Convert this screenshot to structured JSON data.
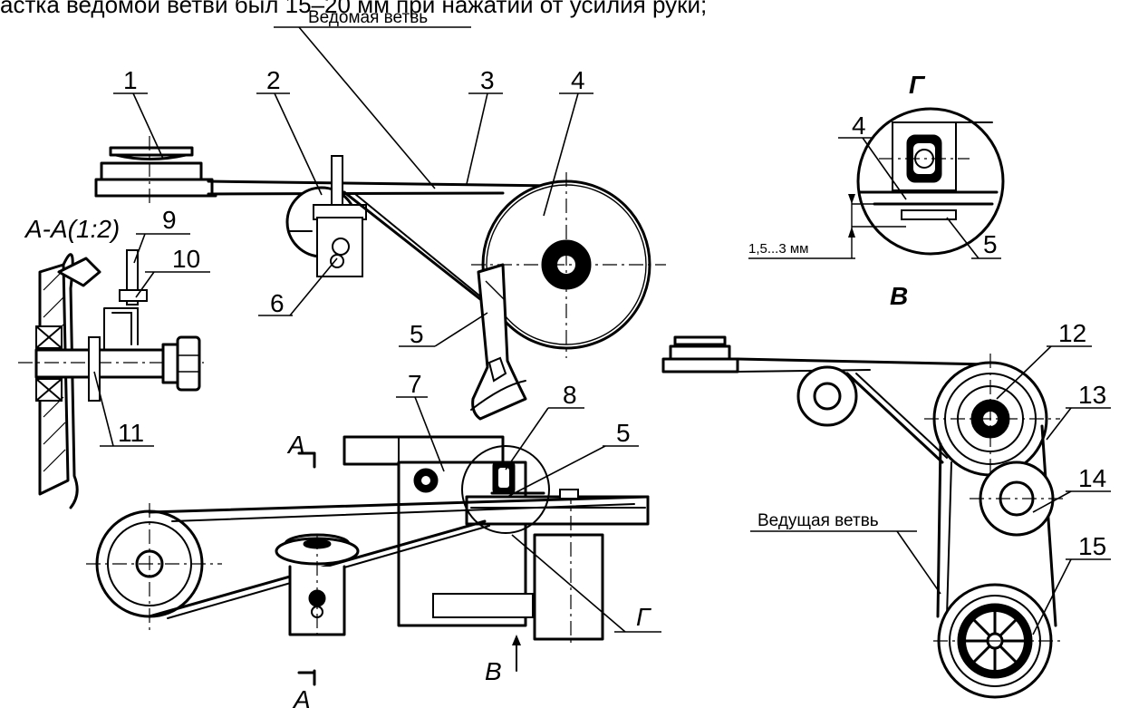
{
  "header_text": "астка ведомой ветви был 15–20 мм при нажатии от усилия руки;",
  "labels": {
    "driven_branch": "Ведомая ветвь",
    "drive_branch": "Ведущая ветвь",
    "section": "А-А(1:2)",
    "view_g": "Г",
    "view_v": "В",
    "gap": "1,5...3 мм",
    "view_g_bottom": "Г",
    "section_mark_top": "А",
    "section_mark_bottom": "А",
    "arrow_v": "В"
  },
  "callouts": {
    "n1": "1",
    "n2": "2",
    "n3": "3",
    "n4": "4",
    "n5": "5",
    "n6": "6",
    "n7": "7",
    "n8": "8",
    "n5b": "5",
    "n9": "9",
    "n10": "10",
    "n11": "11",
    "n12": "12",
    "n13": "13",
    "n14": "14",
    "n15": "15",
    "n4g": "4",
    "n5g": "5"
  }
}
